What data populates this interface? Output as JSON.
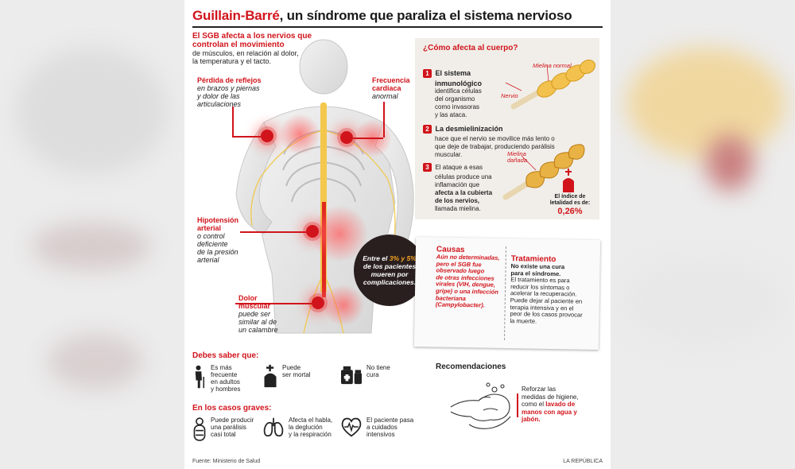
{
  "title": {
    "red": "Guillain-Barré",
    "rest": ", un síndrome que paraliza el sistema nervioso"
  },
  "intro": {
    "heading1": "El SGB afecta a los nervios que",
    "heading2": "controlan el movimiento",
    "line3": "de músculos, en relación al dolor,",
    "line4": "la temperatura y el tacto."
  },
  "symptoms": {
    "reflejos": {
      "title": "Pérdida de reflejos",
      "d1": "en brazos y piernas",
      "d2": "y dolor de las",
      "d3": "articulaciones"
    },
    "frecuencia": {
      "title1": "Frecuencia",
      "title2": "cardiaca",
      "d1": "anormal"
    },
    "hipotension": {
      "title1": "Hipotensión",
      "title2": "arterial",
      "d1": "o control",
      "d2": "deficiente",
      "d3": "de la presión",
      "d4": "arterial"
    },
    "dolor": {
      "title1": "Dolor",
      "title2": "muscular",
      "d1": "puede ser",
      "d2": "similar al de",
      "d3": "un calambre"
    }
  },
  "badge": {
    "l1": "Entre el ",
    "pct": "3% y 5%",
    "l2": "de los pacientes",
    "l3": "mueren por",
    "l4": "complicaciones."
  },
  "panel": {
    "heading": "¿Cómo afecta al cuerpo?",
    "steps": [
      {
        "num": "1",
        "bold1": "El sistema",
        "bold2": "inmunológico",
        "t1": "identifica células",
        "t2": "del organismo",
        "t3": "como invasoras",
        "t4": "y las ataca."
      },
      {
        "num": "2",
        "bold1": "La desmielinización",
        "t1": "hace que el nervio se movilice más lento o",
        "t2": "que deje de trabajar, produciendo parálisis",
        "t3": "muscular."
      },
      {
        "num": "3",
        "t1": "El ataque a esas",
        "t2": "células produce una",
        "t3": "inflamación que",
        "bold1": "afecta a la cubierta",
        "bold2": "de los nervios,",
        "t4": "llamada mielina."
      }
    ],
    "label_mielina_normal": "Mielina normal",
    "label_nervio": "Nervio",
    "label_mielina_danada1": "Mielina",
    "label_mielina_danada2": "dañada",
    "letalidad1": "El índice de",
    "letalidad2": "letalidad es de:",
    "letalidad_value": "0,26%"
  },
  "causas": {
    "title": "Causas",
    "lines": [
      "Aún no determinadas,",
      "pero el SGB fue",
      "observado luego",
      "de otras infecciones",
      "virales (VIH, dengue,",
      "gripe) o una infección",
      "bacteriana",
      "(Campylobacter)."
    ]
  },
  "tratamiento": {
    "title": "Tratamiento",
    "b1": "No existe una cura",
    "b2": "para el síndrome.",
    "lines": [
      "El tratamiento es para",
      "reducir los síntomas o",
      "acelerar la recuperación.",
      "Puede dejar al paciente en",
      "terapia intensiva y en el",
      "peor de los casos provocar",
      "la muerte."
    ]
  },
  "debes": {
    "heading": "Debes saber que:",
    "items": [
      {
        "icon": "elderly-person-icon",
        "lines": [
          "Es más",
          "frecuente",
          "en adultos",
          "y hombres"
        ]
      },
      {
        "icon": "tombstone-icon",
        "lines": [
          "Puede",
          "ser mortal"
        ]
      },
      {
        "icon": "medicine-icon",
        "lines": [
          "No tiene",
          "cura"
        ]
      }
    ]
  },
  "graves": {
    "heading": "En los casos graves:",
    "items": [
      {
        "icon": "wrapped-patient-icon",
        "lines": [
          "Puede producir",
          "una parálisis",
          "casi total"
        ]
      },
      {
        "icon": "lungs-icon",
        "lines": [
          "Afecta el habla,",
          "la deglución",
          "y la respiración"
        ]
      },
      {
        "icon": "heart-pulse-icon",
        "lines": [
          "El paciente pasa",
          "a cuidados",
          "intensivos"
        ]
      }
    ]
  },
  "recomendaciones": {
    "heading": "Recomendaciones",
    "l1": "Reforzar las",
    "l2": "medidas de higiene,",
    "l3": "como el ",
    "hl1": "lavado de",
    "hl2": "manos con agua y",
    "hl3": "jabón."
  },
  "footer": {
    "source": "Fuente: Ministerio de Salud",
    "brand": "LA REPÚBLICA"
  },
  "colors": {
    "accent": "#d1141b",
    "badge": "#2a1f1f",
    "panel": "#f1eee9"
  }
}
